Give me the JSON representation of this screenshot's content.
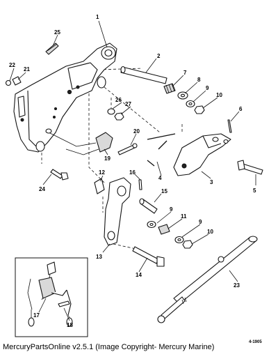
{
  "callouts": {
    "c1": "1",
    "c2": "2",
    "c3": "3",
    "c4": "4",
    "c5": "5",
    "c6": "6",
    "c7": "7",
    "c8": "8",
    "c9a": "9",
    "c9b": "9",
    "c9c": "9",
    "c10a": "10",
    "c10b": "10",
    "c11": "11",
    "c12": "12",
    "c13": "13",
    "c14": "14",
    "c15": "15",
    "c16": "16",
    "c17": "17",
    "c18": "18",
    "c19": "19",
    "c20": "20",
    "c21": "21",
    "c22": "22",
    "c23": "23",
    "c24": "24",
    "c25": "25",
    "c26": "26",
    "c27": "27"
  },
  "caption": "MercuryPartsOnline v2.5.1 (Image Copyright- Mercury Marine)",
  "drawing_number": "4-1905"
}
